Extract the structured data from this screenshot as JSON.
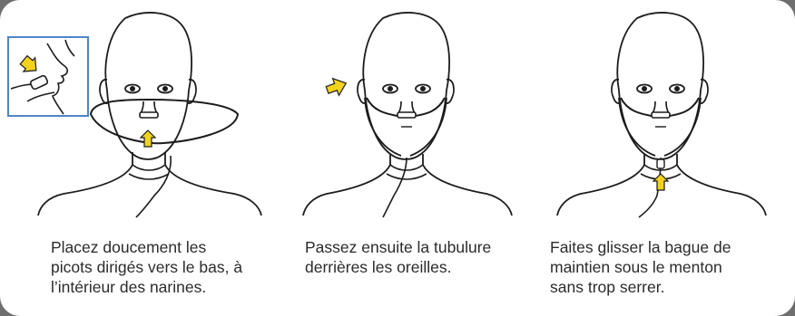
{
  "colors": {
    "line": "#1c1c1c",
    "arrow": "#f2d21c",
    "inset_border": "#4f86c6",
    "background": "#ffffff",
    "frame": "#6f6f6f"
  },
  "panels": [
    {
      "id": "step-1",
      "caption_lines": [
        "Placez doucement les",
        "picots dirigés vers le bas, à",
        "l’intérieur des narines."
      ]
    },
    {
      "id": "step-2",
      "caption_lines": [
        "Passez ensuite la tubulure",
        "derrières les oreilles."
      ]
    },
    {
      "id": "step-3",
      "caption_lines": [
        "Faites glisser la bague de",
        "maintien sous le menton",
        "sans trop serrer."
      ]
    }
  ]
}
